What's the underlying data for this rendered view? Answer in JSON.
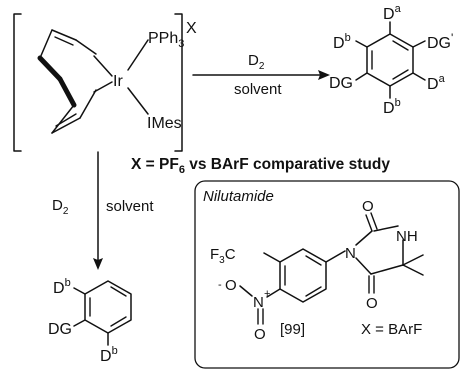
{
  "catalyst": {
    "ligand_top": "PPh",
    "ligand_top_sub": "3",
    "metal": "Ir",
    "ligand_bottom": "IMes",
    "counterion": "X"
  },
  "reaction_top": {
    "reagent": "D",
    "reagent_sub": "2",
    "condition": "solvent"
  },
  "product_top": {
    "label_top": "D",
    "label_top_sup": "a",
    "label_upper_left": "D",
    "label_upper_left_sup": "b",
    "label_right": "DG",
    "label_right_prime": "'",
    "label_left": "DG",
    "label_lower_right": "D",
    "label_lower_right_sup": "a",
    "label_bottom": "D",
    "label_bottom_sup": "b"
  },
  "study": {
    "pre": "X = PF",
    "sub": "6",
    "post": " vs BArF comparative study"
  },
  "reaction_bottom": {
    "reagent": "D",
    "reagent_sub": "2",
    "condition": "solvent"
  },
  "product_bottom": {
    "label_top": "D",
    "label_top_sup": "b",
    "label_left": "DG",
    "label_bottom": "D",
    "label_bottom_sup": "b"
  },
  "box": {
    "title": "Nilutamide",
    "f3c": "F",
    "f3c_sub": "3",
    "f3c_tail": "C",
    "o_minus": "-",
    "o_nitro": "O",
    "n_nitro": "N",
    "plus": "+",
    "o_nitro2": "O",
    "n_ring": "N",
    "nh": "NH",
    "o_top": "O",
    "o_bottom": "O",
    "ref": "[99]",
    "x_value": "X = BArF"
  }
}
